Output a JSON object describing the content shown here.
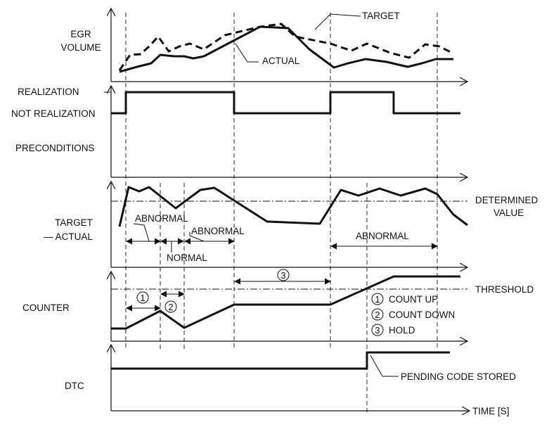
{
  "panel_egr": {
    "label_line1": "EGR",
    "label_line2": "VOLUME",
    "target_label": "TARGET",
    "actual_label": "ACTUAL"
  },
  "panel_preconditions": {
    "realization_label": "REALIZATION",
    "not_realization_label": "NOT REALIZATION",
    "label": "PRECONDITIONS"
  },
  "panel_target_actual": {
    "label_line1": "TARGET",
    "label_line2": "— ACTUAL",
    "determined_line1": "DETERMINED",
    "determined_line2": "VALUE",
    "abnormal_1": "ABNORMAL",
    "abnormal_2": "ABNORMAL",
    "abnormal_3": "ABNORMAL",
    "normal": "NORMAL"
  },
  "panel_counter": {
    "label": "COUNTER",
    "threshold_label": "THRESHOLD",
    "marker_1": "1",
    "marker_2": "2",
    "marker_3": "3",
    "legend": [
      {
        "num": "1",
        "text": "COUNT UP"
      },
      {
        "num": "2",
        "text": "COUNT DOWN"
      },
      {
        "num": "3",
        "text": "HOLD"
      }
    ]
  },
  "panel_dtc": {
    "label": "DTC",
    "pending_label": "PENDING CODE STORED"
  },
  "time_axis_label": "TIME [S]"
}
